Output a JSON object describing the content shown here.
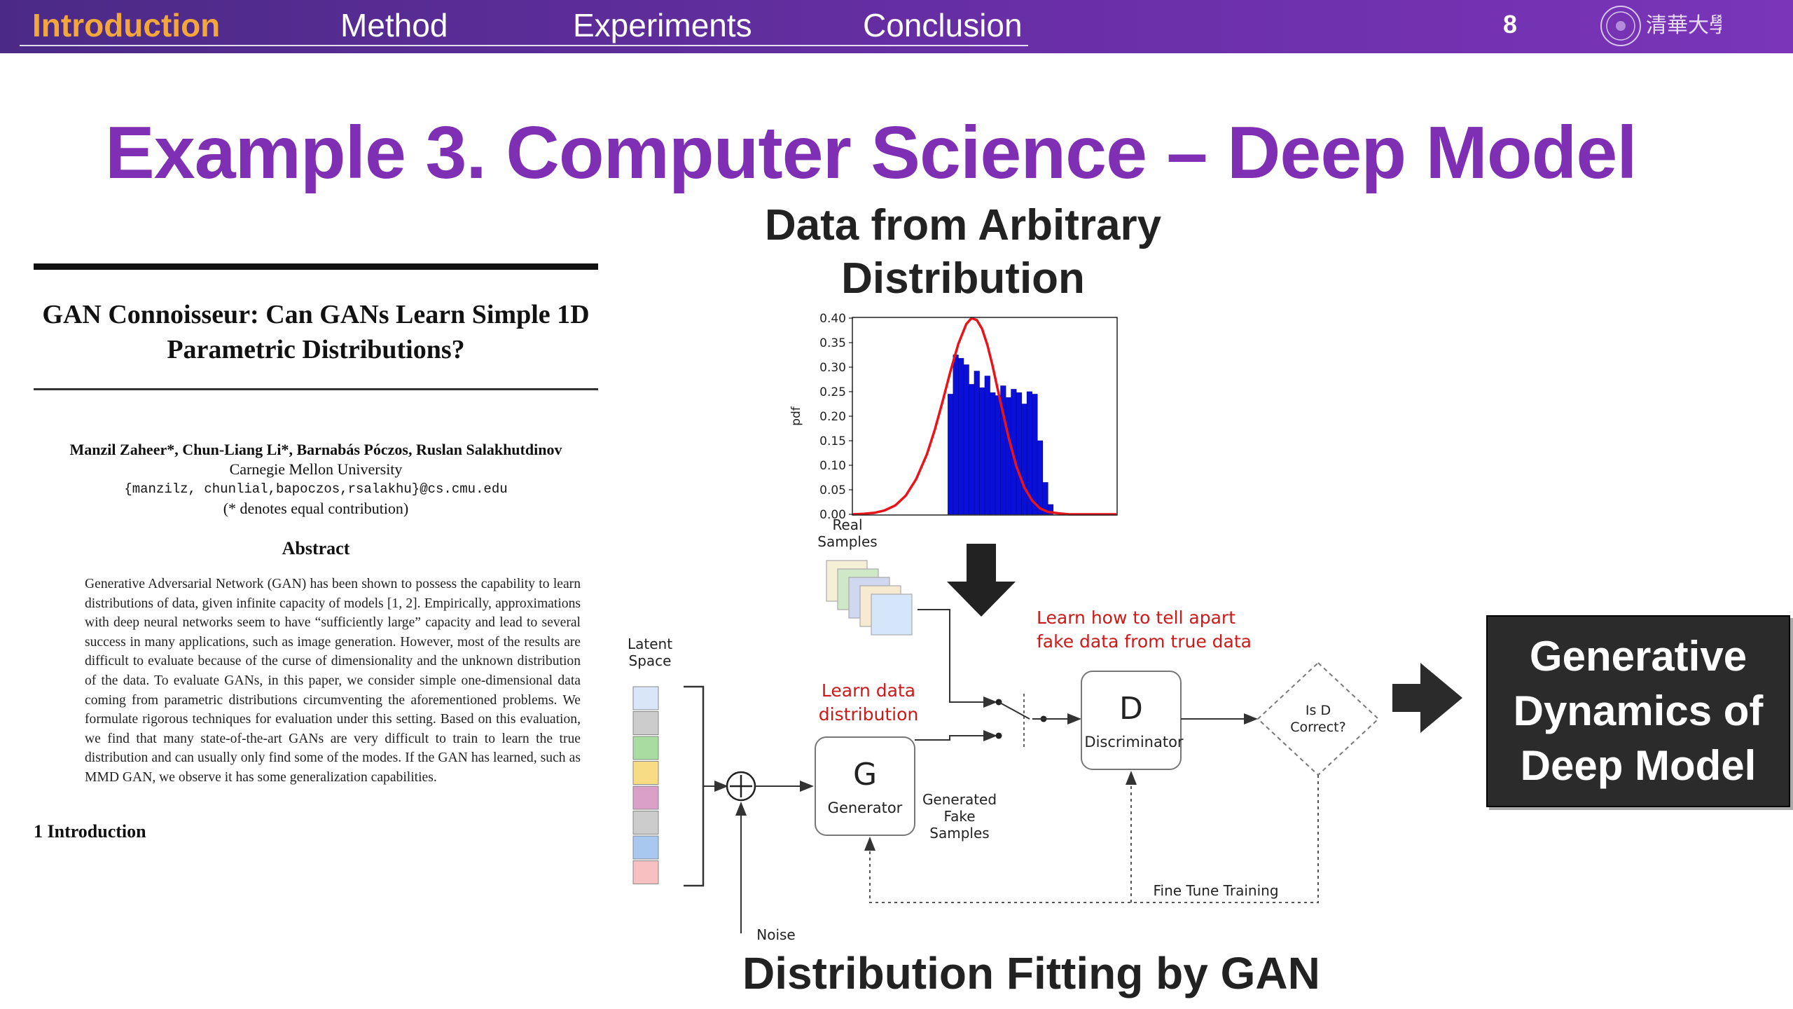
{
  "nav": {
    "items": [
      "Introduction",
      "Method",
      "Experiments",
      "Conclusion"
    ],
    "active": "Introduction",
    "page_number": "8",
    "logo_text": "清華大學"
  },
  "slide_title": "Example 3. Computer Science – Deep Model",
  "paper": {
    "title_line1": "GAN Connoisseur: Can GANs Learn Simple 1D",
    "title_line2": "Parametric Distributions?",
    "authors": "Manzil Zaheer*, Chun-Liang Li*, Barnabás Póczos, Ruslan Salakhutdinov",
    "affiliation": "Carnegie Mellon University",
    "emails": "{manzilz, chunlial,bapoczos,rsalakhu}@cs.cmu.edu",
    "note": "(* denotes equal contribution)",
    "abstract_heading": "Abstract",
    "abstract_text": "Generative Adversarial Network (GAN) has been shown to possess the capability to learn distributions of data, given infinite capacity of models [1, 2]. Empirically, approximations with deep neural networks seem to have “sufficiently large” capacity and lead to several success in many applications, such as image generation. However, most of the results are difficult to evaluate because of the curse of dimensionality and the unknown distribution of the data. To evaluate GANs, in this paper, we consider simple one-dimensional data coming from parametric distributions circumventing the aforementioned problems. We formulate rigorous techniques for evaluation under this setting. Based on this evaluation, we find that many state-of-the-art GANs are very difficult to train to learn the true distribution and can usually only find some of the modes. If the GAN has learned, such as MMD GAN, we observe it has some generalization capabilities.",
    "intro_heading": "1   Introduction"
  },
  "chart_title_line1": "Data from Arbitrary",
  "chart_title_line2": "Distribution",
  "chart_data": {
    "type": "bar",
    "title": "",
    "xlabel": "",
    "ylabel": "pdf",
    "ylim": [
      0,
      0.4
    ],
    "yticks": [
      "0.00",
      "0.05",
      "0.10",
      "0.15",
      "0.20",
      "0.25",
      "0.30",
      "0.35",
      "0.40"
    ],
    "x_range": [
      0,
      1
    ],
    "histogram_x": [
      0.37,
      0.39,
      0.41,
      0.43,
      0.45,
      0.47,
      0.49,
      0.51,
      0.53,
      0.55,
      0.57,
      0.59,
      0.61,
      0.63,
      0.65,
      0.67,
      0.69,
      0.71,
      0.73,
      0.75
    ],
    "histogram_values": [
      0.245,
      0.325,
      0.318,
      0.305,
      0.265,
      0.292,
      0.258,
      0.282,
      0.248,
      0.242,
      0.262,
      0.238,
      0.255,
      0.248,
      0.225,
      0.25,
      0.245,
      0.15,
      0.065,
      0.02
    ],
    "curve_x": [
      0.0,
      0.04,
      0.08,
      0.12,
      0.16,
      0.2,
      0.24,
      0.28,
      0.31,
      0.34,
      0.37,
      0.4,
      0.43,
      0.45,
      0.47,
      0.49,
      0.51,
      0.53,
      0.56,
      0.59,
      0.62,
      0.65,
      0.68,
      0.71,
      0.74,
      0.78,
      0.82,
      0.86,
      0.9,
      0.95,
      1.0
    ],
    "curve_values": [
      0.0,
      0.001,
      0.003,
      0.008,
      0.018,
      0.038,
      0.072,
      0.122,
      0.172,
      0.23,
      0.292,
      0.348,
      0.388,
      0.4,
      0.396,
      0.378,
      0.345,
      0.302,
      0.228,
      0.158,
      0.098,
      0.055,
      0.028,
      0.012,
      0.005,
      0.002,
      0.0,
      0.0,
      0.0,
      0.0,
      0.0
    ],
    "bar_color": "#0a10d8",
    "curve_color": "#e8141a",
    "grid": false
  },
  "diagram": {
    "real_samples_label_1": "Real",
    "real_samples_label_2": "Samples",
    "latent_label_1": "Latent",
    "latent_label_2": "Space",
    "latent_colors": [
      "#d8e6f7",
      "#cccccc",
      "#a8dca0",
      "#f8dc84",
      "#dba0c8",
      "#cccccc",
      "#a8c8f0",
      "#f8c0c0"
    ],
    "sample_card_colors": [
      "#f4f0d8",
      "#cfe8c8",
      "#d0d8f0",
      "#f6ead0",
      "#d6e6fa"
    ],
    "noise_label": "Noise",
    "generator_letter": "G",
    "generator_label": "Generator",
    "discriminator_letter": "D",
    "discriminator_label": "Discriminator",
    "decision_line1": "Is D",
    "decision_line2": "Correct?",
    "generated_label_1": "Generated",
    "generated_label_2": "Fake",
    "generated_label_3": "Samples",
    "learn_data_1": "Learn data",
    "learn_data_2": "distribution",
    "learn_tell_1": "Learn how to tell apart",
    "learn_tell_2": "fake data from true data",
    "fine_tune_label": "Fine Tune Training",
    "annotation_color": "#cc1a1a"
  },
  "generative_box": {
    "line1": "Generative",
    "line2": "Dynamics of",
    "line3": "Deep Model"
  },
  "bottom_title": "Distribution Fitting by GAN"
}
